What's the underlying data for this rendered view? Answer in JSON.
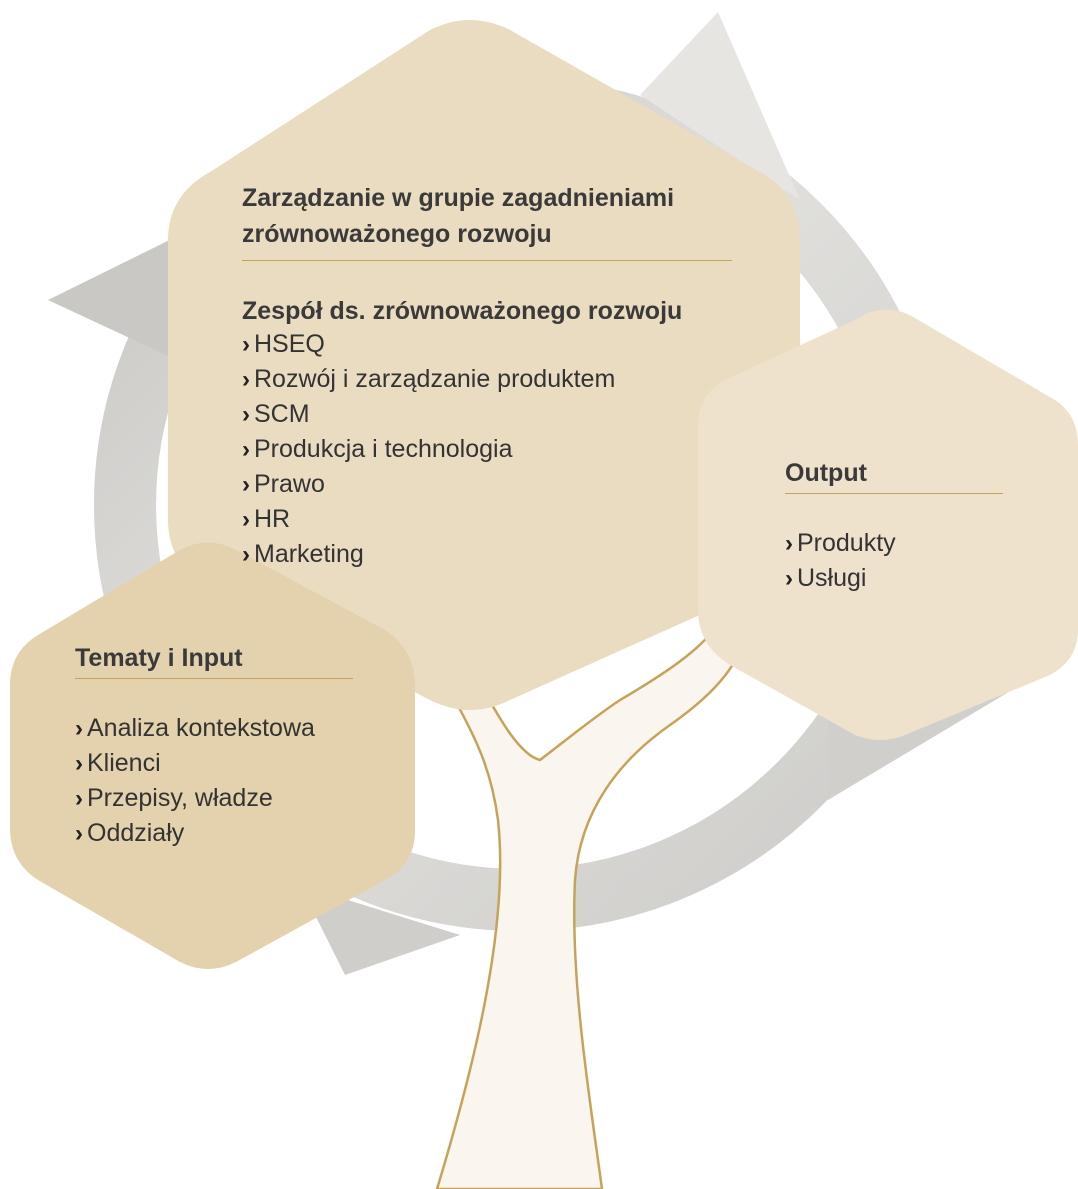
{
  "diagram": {
    "colors": {
      "hex_main": "#e9dcc1",
      "hex_input": "#e4d1ad",
      "hex_output": "#eee2cd",
      "cycle_arrow": "#d9d8d5",
      "trunk_fill": "#faf5ef",
      "trunk_stroke": "#c7a35a",
      "accent_rule": "#c7a35a"
    },
    "center": {
      "title": "Zarządzanie w grupie zagadnieniami zrównoważonego rozwoju",
      "title_line1": "Zarządzanie w grupie zagadnieniami",
      "title_line2": "zrównoważonego rozwoju",
      "team_title": "Zespół ds. zrównoważonego rozwoju",
      "items": [
        "HSEQ",
        "Rozwój i zarządzanie produktem",
        "SCM",
        "Produkcja i technologia",
        "Prawo",
        "HR",
        "Marketing"
      ]
    },
    "input": {
      "title": "Tematy i Input",
      "items": [
        "Analiza kontekstowa",
        "Klienci",
        "Przepisy, władze",
        "Oddziały"
      ]
    },
    "output": {
      "title": "Output",
      "items": [
        "Produkty",
        "Usługi"
      ]
    },
    "bullet_icon": "chevron-right-icon"
  }
}
